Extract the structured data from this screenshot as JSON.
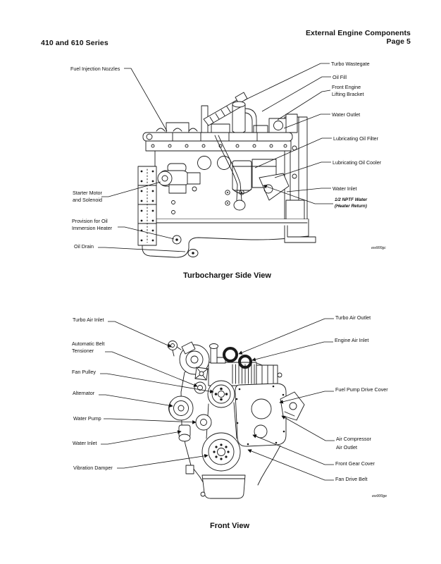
{
  "page": {
    "paper_color": "#ffffff",
    "ink_color": "#111111"
  },
  "header": {
    "series": "410 and 610 Series",
    "title": "External Engine Components",
    "page_number": "Page 5"
  },
  "side_view": {
    "caption": "Turbocharger Side View",
    "figure_code": "ew900gc",
    "labels": {
      "fuel_injection_nozzles": "Fuel Injection Nozzles",
      "turbo_wastegate": "Turbo Wastegate",
      "oil_fill": "Oil Fill",
      "front_engine_lifting_bracket_1": "Front Engine",
      "front_engine_lifting_bracket_2": "Lifting Bracket",
      "water_outlet": "Water Outlet",
      "lubricating_oil_filter": "Lubricating Oil Filter",
      "lubricating_oil_cooler": "Lubricating Oil Cooler",
      "water_inlet": "Water Inlet",
      "nptf_water_1": "1/2 NPTF Water",
      "nptf_water_2": "(Heater Return)",
      "starter_motor_1": "Starter Motor",
      "starter_motor_2": "and Solenoid",
      "provision_oil_1": "Provision for Oil",
      "provision_oil_2": "Immersion Heater",
      "oil_drain": "Oil Drain"
    }
  },
  "front_view": {
    "caption": "Front View",
    "figure_code": "ew900ge",
    "labels": {
      "turbo_air_inlet": "Turbo Air Inlet",
      "automatic_belt_tensioner_1": "Automatic Belt",
      "automatic_belt_tensioner_2": "Tensioner",
      "fan_pulley": "Fan Pulley",
      "alternator": "Alternator",
      "water_pump": "Water Pump",
      "water_inlet": "Water Inlet",
      "vibration_damper": "Vibration Damper",
      "turbo_air_outlet": "Turbo Air Outlet",
      "engine_air_inlet": "Engine Air Inlet",
      "fuel_pump_drive_cover": "Fuel Pump Drive Cover",
      "air_compressor_air_outlet_1": "Air Compressor",
      "air_compressor_air_outlet_2": "Air Outlet",
      "front_gear_cover": "Front Gear Cover",
      "fan_drive_belt": "Fan Drive Belt"
    }
  }
}
